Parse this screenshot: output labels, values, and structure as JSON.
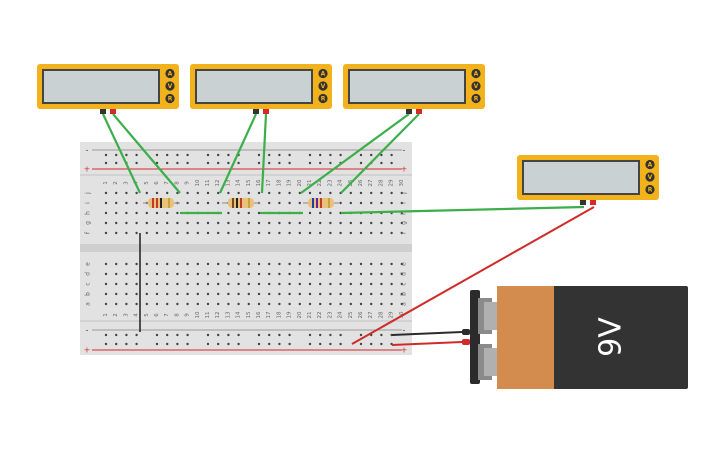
{
  "meters": [
    {
      "id": "m1",
      "buttons": [
        "A",
        "V",
        "R"
      ]
    },
    {
      "id": "m2",
      "buttons": [
        "A",
        "V",
        "R"
      ]
    },
    {
      "id": "m3",
      "buttons": [
        "A",
        "V",
        "R"
      ]
    },
    {
      "id": "m4",
      "buttons": [
        "A",
        "V",
        "R"
      ]
    }
  ],
  "battery": {
    "label": "9V"
  },
  "breadboard": {
    "columns": [
      "1",
      "2",
      "3",
      "4",
      "5",
      "6",
      "7",
      "8",
      "9",
      "10",
      "11",
      "12",
      "13",
      "14",
      "15",
      "16",
      "17",
      "18",
      "19",
      "20",
      "21",
      "22",
      "23",
      "24",
      "25",
      "26",
      "27",
      "28",
      "29",
      "30"
    ],
    "rows_top": [
      "j",
      "i",
      "h",
      "g",
      "f"
    ],
    "rows_bottom": [
      "e",
      "d",
      "c",
      "b",
      "a"
    ],
    "rail_minus": "-",
    "rail_plus": "+"
  },
  "colors": {
    "meter_body": "#f2b21b",
    "meter_screen": "#c9d1d3",
    "wire_green": "#3cae4a",
    "wire_red": "#d12a2a",
    "wire_black": "#2b2b2b",
    "battery_top": "#d48c4e",
    "battery_body": "#333333"
  }
}
